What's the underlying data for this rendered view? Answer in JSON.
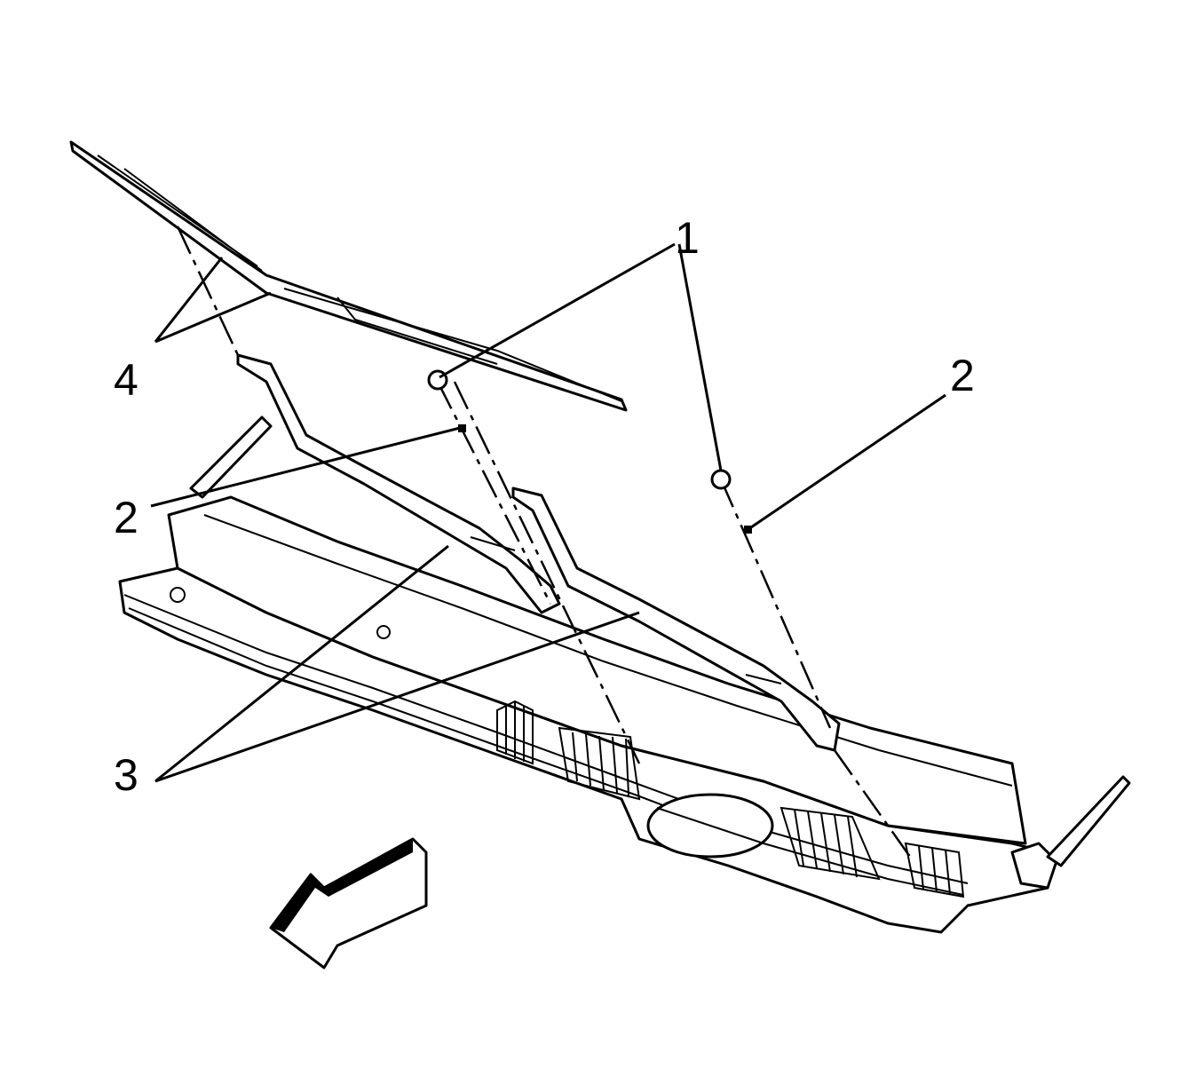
{
  "callouts": [
    {
      "id": "1",
      "label": "1"
    },
    {
      "id": "2-right",
      "label": "2"
    },
    {
      "id": "2-left",
      "label": "2"
    },
    {
      "id": "3",
      "label": "3"
    },
    {
      "id": "4",
      "label": "4"
    }
  ],
  "colors": {
    "line": "#000000",
    "background": "#ffffff"
  },
  "icons": [
    "direction-arrow-icon"
  ]
}
